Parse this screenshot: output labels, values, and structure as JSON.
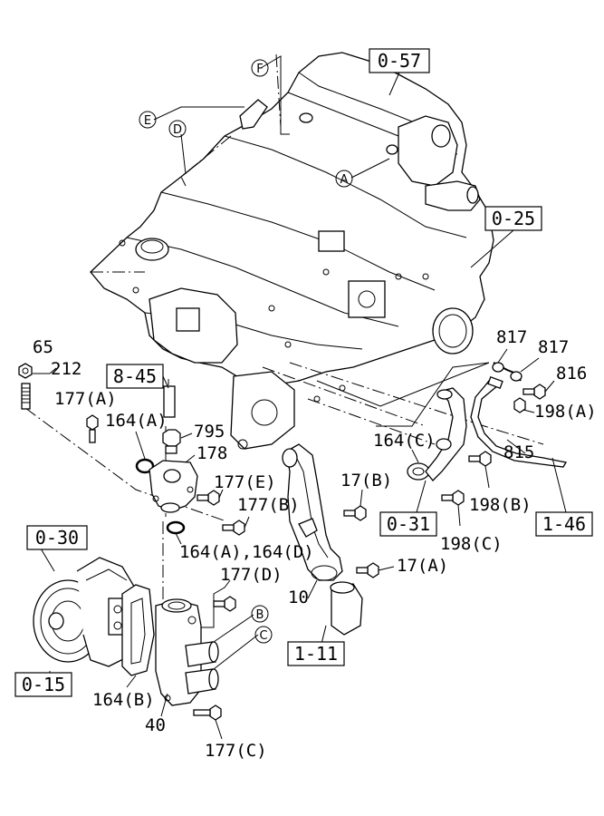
{
  "ref_boxes": [
    "0-57",
    "0-25",
    "8-45",
    "0-31",
    "1-46",
    "0-30",
    "0-15",
    "1-11"
  ],
  "circle_labels": [
    "F",
    "E",
    "D",
    "A",
    "B",
    "C"
  ],
  "part_labels": {
    "p65": "65",
    "p212": "212",
    "p177a": "177(A)",
    "p164a": "164(A)",
    "p795": "795",
    "p178": "178",
    "p177e": "177(E)",
    "p177b": "177(B)",
    "p164a_164d": "164(A),164(D)",
    "p177d": "177(D)",
    "p164b": "164(B)",
    "p40": "40",
    "p177c": "177(C)",
    "p17b": "17(B)",
    "p17a": "17(A)",
    "p10": "10",
    "p164c": "164(C)",
    "p198b": "198(B)",
    "p198c": "198(C)",
    "p815": "815",
    "p817a": "817",
    "p817b": "817",
    "p816": "816",
    "p198a": "198(A)"
  }
}
